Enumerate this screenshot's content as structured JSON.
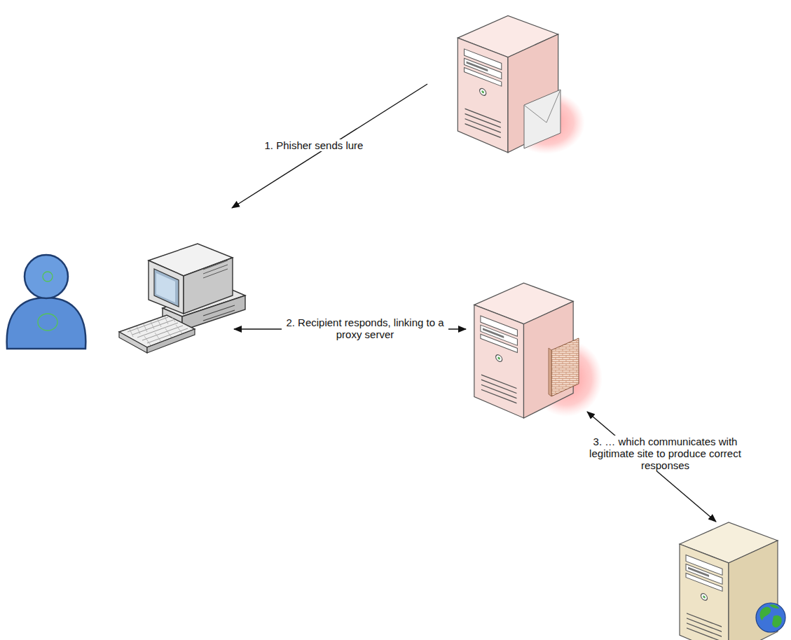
{
  "diagram": {
    "labels": [
      "1. Phisher sends lure",
      "2. Recipient responds, linking to a proxy server",
      "3. … which communicates with legitimate site to produce correct responses"
    ]
  }
}
